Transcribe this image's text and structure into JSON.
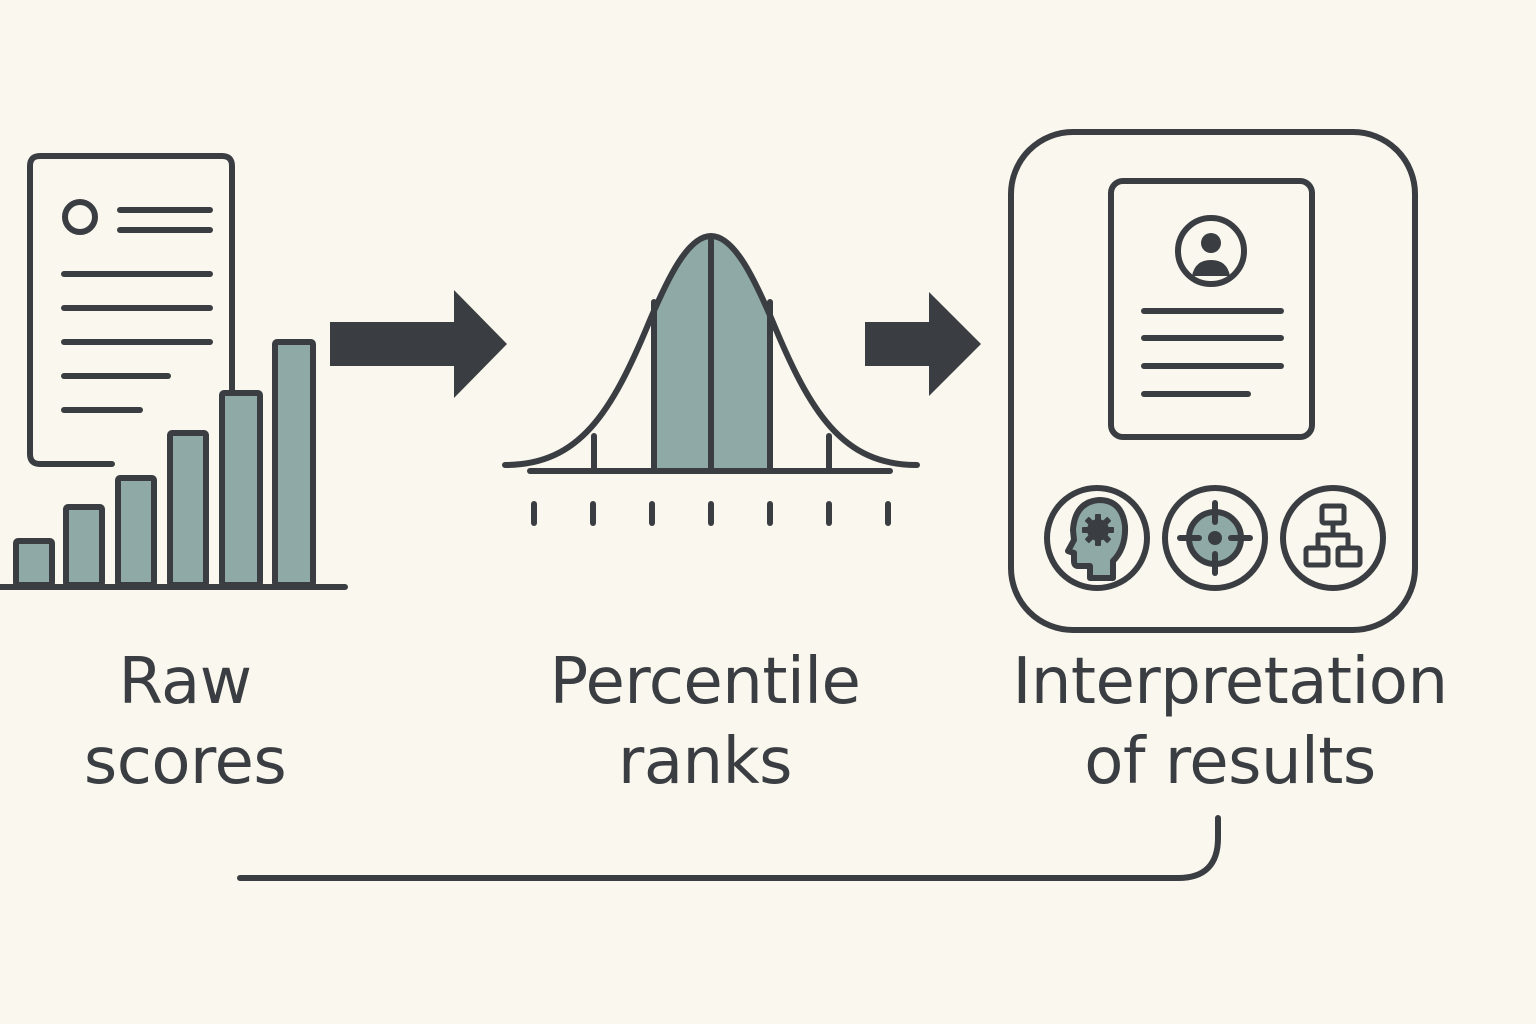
{
  "steps": [
    {
      "id": "raw",
      "line1": "Raw",
      "line2": "scores",
      "icon": "document-bar-chart-icon"
    },
    {
      "id": "percentile",
      "line1": "Percentile",
      "line2": "ranks",
      "icon": "bell-curve-icon"
    },
    {
      "id": "interpretation",
      "line1": "Interpretation",
      "line2": "of results",
      "icon": "profile-report-icon"
    }
  ],
  "interpretation_icons": [
    "head-gear-icon",
    "target-icon",
    "hierarchy-icon"
  ],
  "colors": {
    "background": "#faf7ee",
    "stroke": "#3a3e42",
    "fill": "#8faaa6",
    "arrow": "#3a3e42"
  }
}
